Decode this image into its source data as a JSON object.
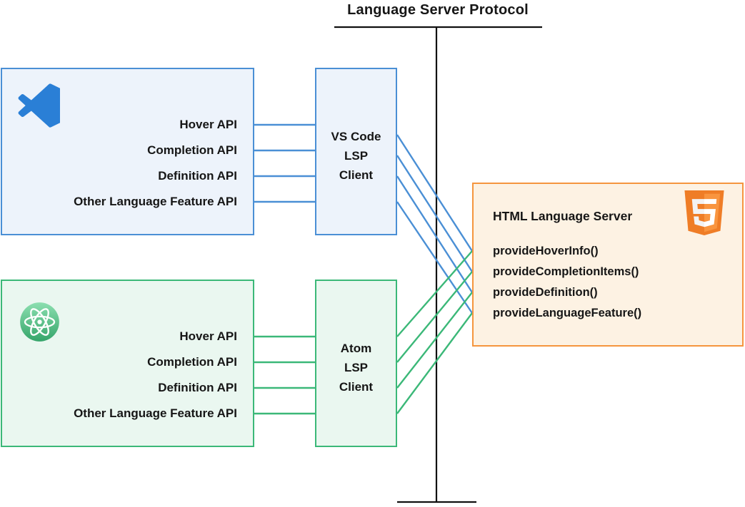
{
  "title": "Language Server Protocol",
  "vscode_panel": {
    "apis": [
      "Hover API",
      "Completion API",
      "Definition API",
      "Other Language Feature API"
    ],
    "client": "VS Code\nLSP\nClient"
  },
  "atom_panel": {
    "apis": [
      "Hover API",
      "Completion API",
      "Definition API",
      "Other Language Feature API"
    ],
    "client": "Atom\nLSP\nClient"
  },
  "server_panel": {
    "title": "HTML Language Server",
    "methods": [
      "provideHoverInfo()",
      "provideCompletionItems()",
      "provideDefinition()",
      "provideLanguageFeature()"
    ]
  },
  "colors": {
    "blue": "#4a8fd5",
    "blue_fill": "#edf3fb",
    "green": "#3bb878",
    "green_fill": "#eaf7f0",
    "orange": "#f5953e",
    "orange_fill": "#fdf2e3",
    "line_black": "#111111"
  }
}
